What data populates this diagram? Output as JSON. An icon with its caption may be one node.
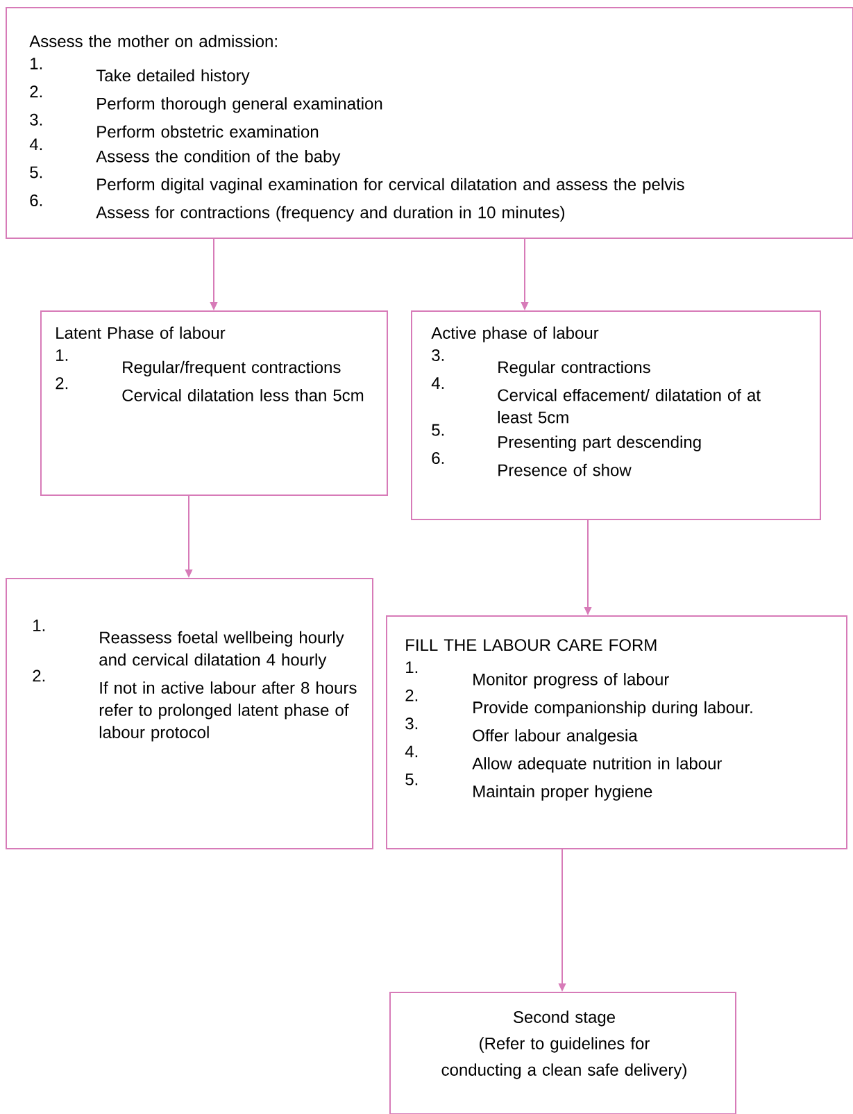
{
  "diagram": {
    "nodes": [
      {
        "text": [
          "Assess the mother on admission:",
          "1.",
          "Take detailed history",
          "2.",
          "Perform thorough general examination",
          "3.",
          "Perform obstetric examination",
          "4.",
          "Assess the condition of the baby",
          "5.",
          "Perform digital vaginal examination for cervical dilatation and assess the pelvis",
          "6.",
          "Assess for contractions (frequency and duration in 10 minutes)"
        ]
      },
      {
        "text": [
          "Latent Phase of labour",
          "1.",
          "Regular/frequent contractions",
          "2.",
          "Cervical dilatation less than 5cm"
        ]
      },
      {
        "text": [
          "Active phase of labour",
          "3.",
          "Regular contractions",
          "4.",
          "Cervical effacement/ dilatation of at least 5cm",
          "5.",
          "Presenting part descending",
          "6.",
          "Presence of show"
        ]
      },
      {
        "text": [
          "1.",
          "Reassess foetal wellbeing hourly and cervical dilatation 4 hourly",
          "2.",
          "If not in active labour after 8 hours refer to prolonged latent phase of labour protocol"
        ]
      },
      {
        "text": [
          "FILL THE LABOUR CARE FORM",
          "1.",
          "Monitor progress of labour",
          "2.",
          "Provide companionship during labour.",
          "3.",
          "Offer labour analgesia",
          "4.",
          "Allow adequate nutrition in labour",
          "5.",
          "Maintain proper hygiene"
        ]
      },
      {
        "text": [
          "Second stage",
          "(Refer to guidelines for conducting a clean safe delivery)"
        ]
      }
    ],
    "edges": [
      {
        "from": 0,
        "to": 1,
        "arrow": "to"
      },
      {
        "from": 0,
        "to": 2,
        "arrow": "to"
      },
      {
        "from": 1,
        "to": 3,
        "arrow": "to"
      },
      {
        "from": 2,
        "to": 4,
        "arrow": "to"
      },
      {
        "from": 4,
        "to": 5,
        "arrow": "to"
      }
    ]
  }
}
